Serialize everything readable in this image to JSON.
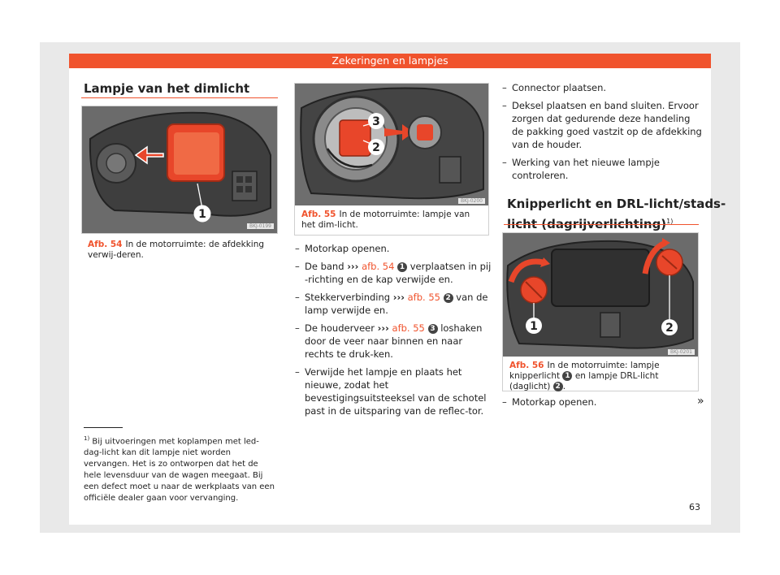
{
  "header": {
    "title": "Zekeringen en lampjes"
  },
  "left": {
    "section_title": "Lampje van het dimlicht",
    "figure": {
      "code": "BKJ-0199",
      "callout": "1",
      "label": "Afb. 54",
      "caption": "In de motorruimte: de afdekking verwij-deren."
    },
    "footnote": {
      "mark": "1)",
      "text": "Bij uitvoeringen met koplampen met led-dag-licht kan dit lampje niet worden vervangen. Het is zo ontworpen dat het de hele levensduur van de wagen meegaat. Bij een defect moet u naar de werkplaats van een officiële dealer gaan voor vervanging."
    }
  },
  "middle": {
    "figure": {
      "code": "BKJ-0200",
      "callout_a": "3",
      "callout_b": "2",
      "label": "Afb. 55",
      "caption": "In de motorruimte: lampje van het dim-licht."
    },
    "steps": {
      "s1": "Motorkap openen.",
      "s2_pre": "De band",
      "s2_arr": "›››",
      "s2_ref": "afb. 54",
      "s2_num": "1",
      "s2_post": "verplaatsen in pij -richting en de kap verwijde en.",
      "s3_pre": "Stekkerverbinding",
      "s3_arr": "›››",
      "s3_ref": "afb. 55",
      "s3_num": "2",
      "s3_post": "van de lamp verwijde en.",
      "s4_pre": "De houderveer",
      "s4_arr": "›››",
      "s4_ref": "afb. 55",
      "s4_num": "3",
      "s4_post": "loshaken door de veer naar binnen en naar rechts te druk-ken.",
      "s5": "Verwijde het lampje en plaats het nieuwe, zodat het bevestigingsuitsteeksel van de schotel past in de uitsparing van de reflec-tor."
    }
  },
  "right": {
    "steps": {
      "s1": "Connector plaatsen.",
      "s2": "Deksel plaatsen en band sluiten. Ervoor zorgen dat gedurende deze handeling de pakking goed vastzit op de afdekking van de houder.",
      "s3": "Werking van het nieuwe lampje controleren."
    },
    "section_title_l1": "Knipperlicht en DRL-licht/stads-",
    "section_title_l2": "licht (dagrijverlichting)",
    "section_title_sup": "1)",
    "figure": {
      "code": "BKJ-0201",
      "callout_a": "1",
      "callout_b": "2",
      "label": "Afb. 56",
      "caption_a": "In de motorruimte: lampje knipperlicht",
      "cap_num_a": "1",
      "caption_b": "en lampje DRL-licht (daglicht)",
      "cap_num_b": "2",
      "caption_end": "."
    },
    "step_last": "Motorkap openen.",
    "continue_mark": "»"
  },
  "page_number": "63",
  "colors": {
    "accent": "#f0532d",
    "callout": "#444444"
  }
}
